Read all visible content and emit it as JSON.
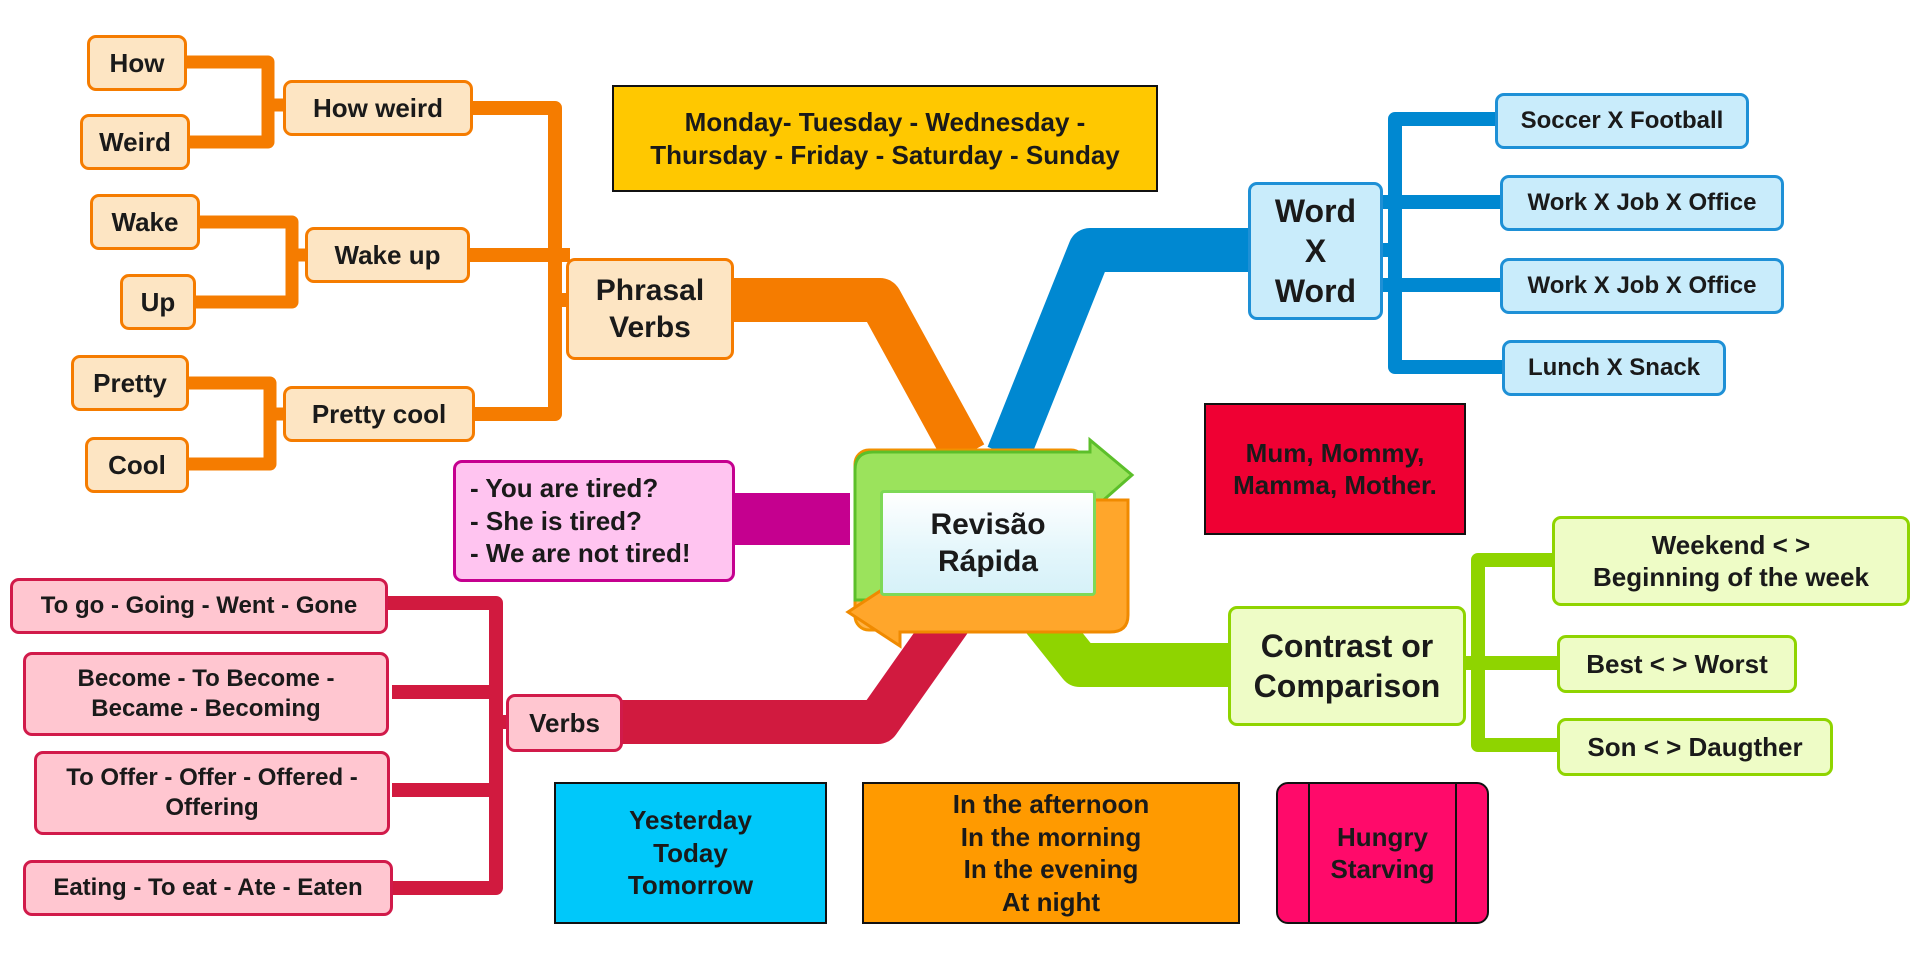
{
  "colors": {
    "orange": "#f57c00",
    "blue": "#0088d1",
    "green": "#8fd400",
    "crimson": "#d11a3f",
    "magenta": "#c5008f",
    "yellow_box": "#ffc800",
    "red_box": "#ef0033",
    "cyan_box": "#00c8fa",
    "orange_box": "#ff9a00",
    "pink_box": "#ff0a6a"
  },
  "center": {
    "label": "Revisão\nRápida"
  },
  "phrasal_verbs": {
    "label": "Phrasal\nVerbs",
    "items": [
      {
        "label": "How weird",
        "parts": [
          "How",
          "Weird"
        ]
      },
      {
        "label": "Wake up",
        "parts": [
          "Wake",
          "Up"
        ]
      },
      {
        "label": "Pretty cool",
        "parts": [
          "Pretty",
          "Cool"
        ]
      }
    ]
  },
  "word_x_word": {
    "label": "Word\nX\nWord",
    "items": [
      "Soccer X Football",
      "Work X Job X Office",
      "Work X Job X Office",
      "Lunch X Snack"
    ]
  },
  "contrast": {
    "label": "Contrast or\nComparison",
    "items": [
      "Weekend < >\nBeginning of the week",
      "Best < > Worst",
      "Son < > Daugther"
    ]
  },
  "verbs": {
    "label": "Verbs",
    "items": [
      "To go - Going - Went - Gone",
      "Become - To Become -\nBecame - Becoming",
      "To Offer - Offer - Offered -\nOffering",
      "Eating - To eat - Ate - Eaten"
    ]
  },
  "questions": {
    "text": "- You are tired?\n- She is tired?\n- We are not tired!"
  },
  "boxes": {
    "days": "Monday- Tuesday - Wednesday -\nThursday - Friday - Saturday - Sunday",
    "family": "Mum, Mommy,\nMamma, Mother.",
    "time": "Yesterday\nToday\nTomorrow",
    "periods": "In the afternoon\nIn the morning\nIn the evening\nAt night",
    "hungry": "Hungry\nStarving"
  }
}
